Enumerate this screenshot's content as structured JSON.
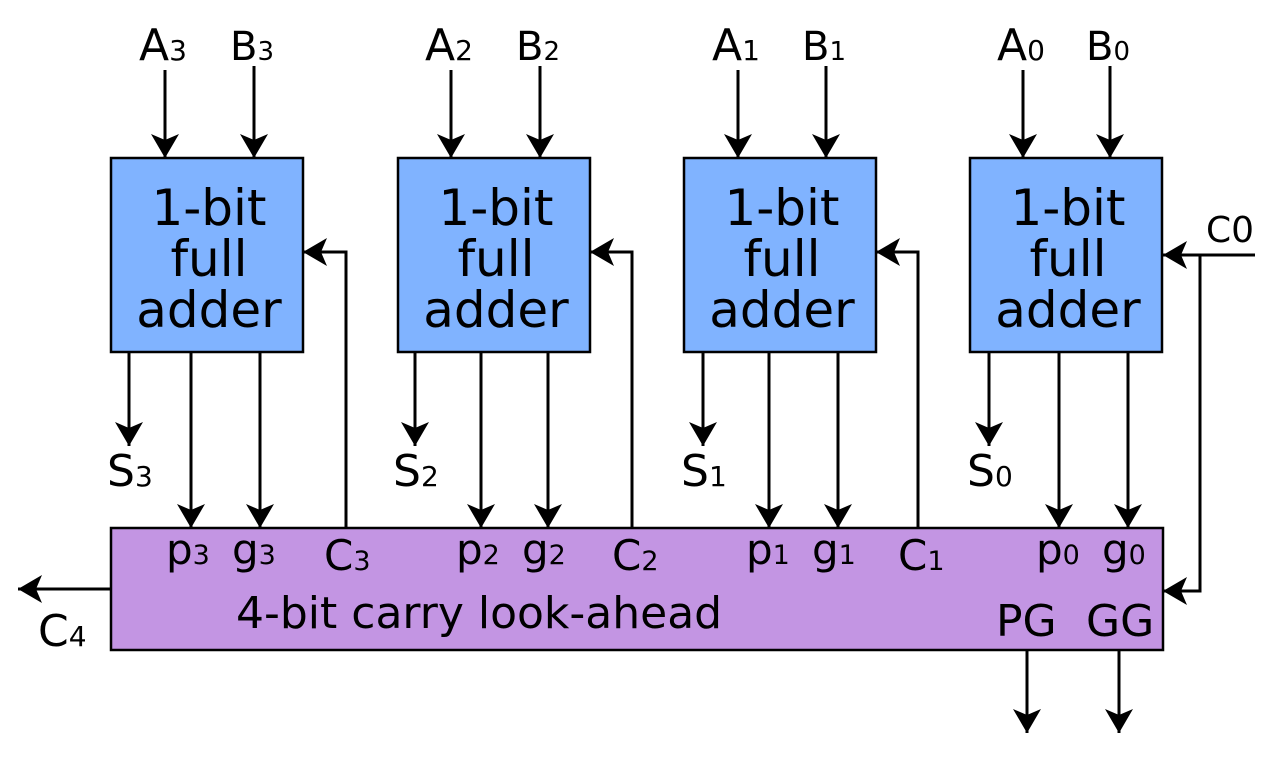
{
  "colors": {
    "adder_fill": "#80b3ff",
    "cla_fill": "#c395e3",
    "line": "#000000"
  },
  "adders": [
    {
      "id": "3",
      "label_lines": [
        "1-bit",
        "full",
        "adder"
      ],
      "input_a": {
        "main": "A",
        "sub": "3"
      },
      "input_b": {
        "main": "B",
        "sub": "3"
      },
      "sum": {
        "main": "S",
        "sub": "3"
      }
    },
    {
      "id": "2",
      "label_lines": [
        "1-bit",
        "full",
        "adder"
      ],
      "input_a": {
        "main": "A",
        "sub": "2"
      },
      "input_b": {
        "main": "B",
        "sub": "2"
      },
      "sum": {
        "main": "S",
        "sub": "2"
      }
    },
    {
      "id": "1",
      "label_lines": [
        "1-bit",
        "full",
        "adder"
      ],
      "input_a": {
        "main": "A",
        "sub": "1"
      },
      "input_b": {
        "main": "B",
        "sub": "1"
      },
      "sum": {
        "main": "S",
        "sub": "1"
      }
    },
    {
      "id": "0",
      "label_lines": [
        "1-bit",
        "full",
        "adder"
      ],
      "input_a": {
        "main": "A",
        "sub": "0"
      },
      "input_b": {
        "main": "B",
        "sub": "0"
      },
      "sum": {
        "main": "S",
        "sub": "0"
      }
    }
  ],
  "cla": {
    "title": "4-bit carry look-ahead",
    "ports": [
      {
        "main": "p",
        "sub": "3"
      },
      {
        "main": "g",
        "sub": "3"
      },
      {
        "main": "C",
        "sub": "3"
      },
      {
        "main": "p",
        "sub": "2"
      },
      {
        "main": "g",
        "sub": "2"
      },
      {
        "main": "C",
        "sub": "2"
      },
      {
        "main": "p",
        "sub": "1"
      },
      {
        "main": "g",
        "sub": "1"
      },
      {
        "main": "C",
        "sub": "1"
      },
      {
        "main": "p",
        "sub": "0"
      },
      {
        "main": "g",
        "sub": "0"
      }
    ],
    "outputs": {
      "pg": "PG",
      "gg": "GG"
    }
  },
  "carry_in": {
    "main": "C",
    "sub": "0"
  },
  "carry_out": {
    "main": "C",
    "sub": "4"
  }
}
